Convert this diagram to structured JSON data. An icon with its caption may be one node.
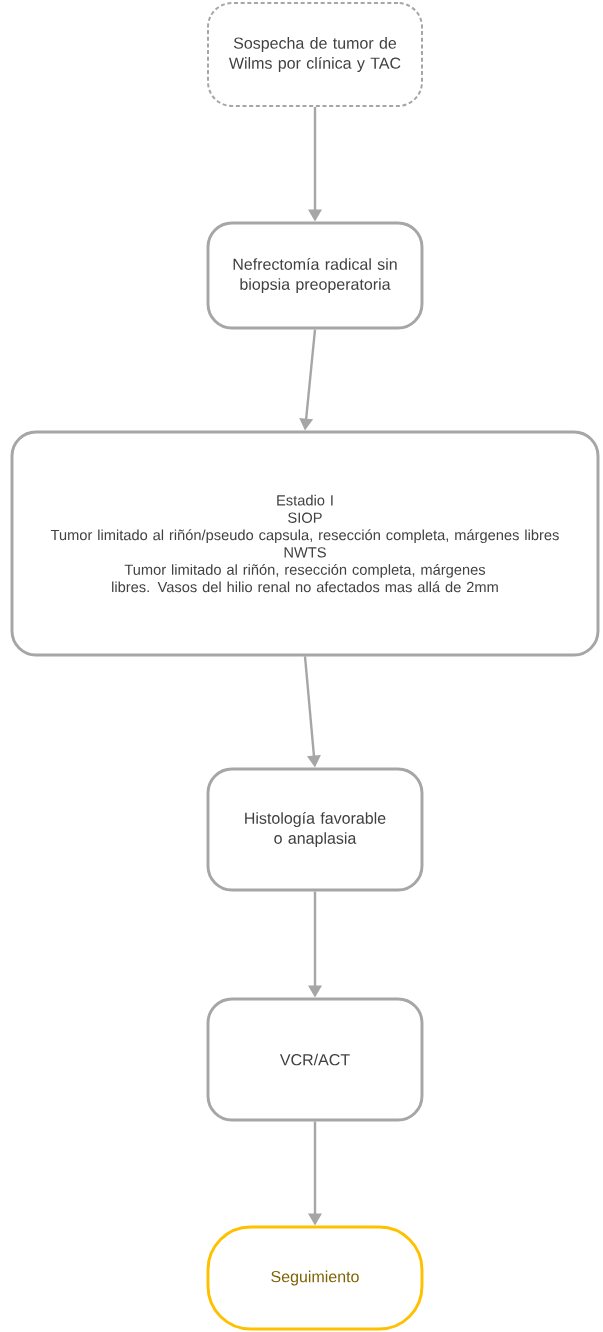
{
  "diagram": {
    "nodes": [
      {
        "text": [
          "Sospecha de tumor de Wilms por clínica y TAC"
        ]
      },
      {
        "text": [
          "Nefrectomía radical sin biopsia preoperatoria"
        ]
      },
      {
        "text": [
          "Estadio I",
          "SIOP",
          "Tumor limitado al riñón/pseudo capsula, resección completa, márgenes libres",
          "NWTS",
          "Tumor limitado al riñón, resección completa, márgenes libres. Vasos del hilio renal no afectados mas allá de 2mm"
        ]
      },
      {
        "text": [
          "Histología favorable o anaplasia"
        ]
      },
      {
        "text": [
          "VCR/ACT"
        ]
      },
      {
        "text": [
          "Seguimiento"
        ]
      }
    ],
    "edges": [
      {
        "from": 0,
        "to": 1,
        "arrow": "to"
      },
      {
        "from": 1,
        "to": 2,
        "arrow": "to"
      },
      {
        "from": 2,
        "to": 3,
        "arrow": "to"
      },
      {
        "from": 3,
        "to": 4,
        "arrow": "to"
      },
      {
        "from": 4,
        "to": 5,
        "arrow": "to"
      }
    ]
  }
}
